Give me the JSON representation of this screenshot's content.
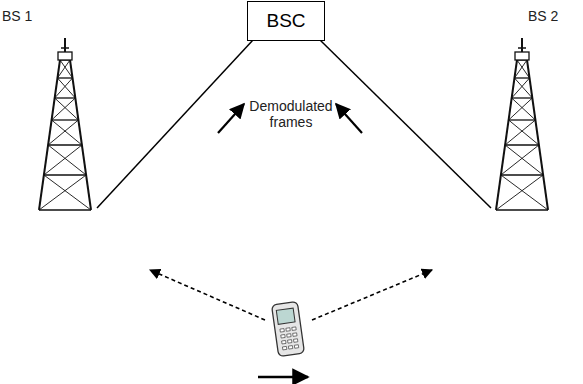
{
  "diagram": {
    "nodes": [
      {
        "text": [
          "BSC"
        ]
      }
    ],
    "labels": [
      "BS 1",
      "BS 2",
      "Demodulated frames"
    ]
  }
}
